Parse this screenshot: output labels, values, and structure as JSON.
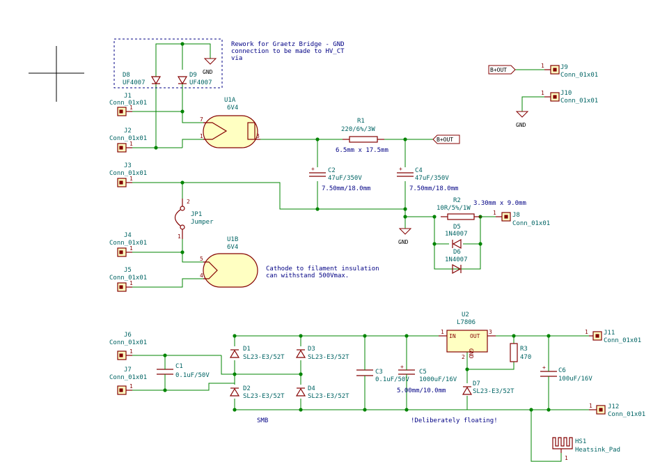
{
  "notes": {
    "rework_line1": "Rework for Graetz Bridge - GND",
    "rework_line2": "connection to be made to HV_CT",
    "rework_line3": "via",
    "insulation_line1": "Cathode to filament insulation",
    "insulation_line2": "can withstand 500Vmax.",
    "smb": "SMB",
    "floating": "!Deliberately floating!",
    "r1_size": "6.5mm x 17.5mm",
    "r2_size": "3.30mm x 9.0mm",
    "c2_size": "7.50mm/18.0mm",
    "c4_size": "7.50mm/18.0mm",
    "c5_size": "5.00mm/10.0mm"
  },
  "power": {
    "gnd": "GND",
    "b_out": "B+OUT"
  },
  "connectors": {
    "value": "Conn_01x01",
    "J1": "J1",
    "J2": "J2",
    "J3": "J3",
    "J4": "J4",
    "J5": "J5",
    "J6": "J6",
    "J7": "J7",
    "J8": "J8",
    "J9": "J9",
    "J10": "J10",
    "J11": "J11",
    "J12": "J12"
  },
  "components": {
    "D8": {
      "ref": "D8",
      "value": "UF4007"
    },
    "D9": {
      "ref": "D9",
      "value": "UF4007"
    },
    "U1A": {
      "ref": "U1A",
      "value": "6V4"
    },
    "U1B": {
      "ref": "U1B",
      "value": "6V4"
    },
    "R1": {
      "ref": "R1",
      "value": "220/6%/3W"
    },
    "R2": {
      "ref": "R2",
      "value": "10R/5%/1W"
    },
    "R3": {
      "ref": "R3",
      "value": "470"
    },
    "C1": {
      "ref": "C1",
      "value": "0.1uF/50V"
    },
    "C2": {
      "ref": "C2",
      "value": "47uF/350V"
    },
    "C3": {
      "ref": "C3",
      "value": "0.1uF/50V"
    },
    "C4": {
      "ref": "C4",
      "value": "47uF/350V"
    },
    "C5": {
      "ref": "C5",
      "value": "1000uF/16V"
    },
    "C6": {
      "ref": "C6",
      "value": "100uF/16V"
    },
    "D1": {
      "ref": "D1",
      "value": "SL23-E3/52T"
    },
    "D2": {
      "ref": "D2",
      "value": "SL23-E3/52T"
    },
    "D3": {
      "ref": "D3",
      "value": "SL23-E3/52T"
    },
    "D4": {
      "ref": "D4",
      "value": "SL23-E3/52T"
    },
    "D5": {
      "ref": "D5",
      "value": "1N4007"
    },
    "D6": {
      "ref": "D6",
      "value": "1N4007"
    },
    "D7": {
      "ref": "D7",
      "value": "SL23-E3/52T"
    },
    "JP1": {
      "ref": "JP1",
      "value": "Jumper"
    },
    "U2": {
      "ref": "U2",
      "value": "L7806"
    },
    "HS1": {
      "ref": "HS1",
      "value": "Heatsink_Pad"
    }
  },
  "pins": {
    "one": "1",
    "two": "2",
    "three": "3",
    "four": "4",
    "five": "5",
    "seven": "7",
    "in": "IN",
    "out": "OUT",
    "gnd": "GND"
  },
  "plus": "+"
}
